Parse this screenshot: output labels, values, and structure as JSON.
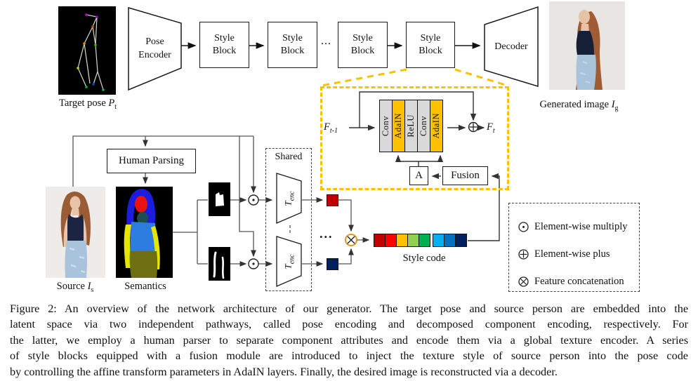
{
  "accent_color": "#FFC000",
  "top_row": {
    "target_pose": {
      "prefix": "Target pose ",
      "sym": "P",
      "sub": "t"
    },
    "pose_encoder": {
      "line1": "Pose",
      "line2": "Encoder"
    },
    "style_blocks": [
      {
        "line1": "Style",
        "line2": "Block"
      },
      {
        "line1": "Style",
        "line2": "Block"
      },
      {
        "line1": "Style",
        "line2": "Block"
      },
      {
        "line1": "Style",
        "line2": "Block"
      }
    ],
    "ellipsis": "...",
    "decoder": "Decoder",
    "generated_image": {
      "prefix": "Generated image ",
      "sym": "I",
      "sub": "g"
    }
  },
  "style_block_detail": {
    "input": {
      "sym": "F",
      "sub": "t-1"
    },
    "output": {
      "sym": "F",
      "sub": "t"
    },
    "layers": [
      "Conv",
      "AdaIN",
      "ReLU",
      "Conv",
      "AdaIN"
    ],
    "layer_colors": [
      "#D9D9D9",
      "#FFC000",
      "#D9D9D9",
      "#D9D9D9",
      "#FFC000"
    ],
    "a_label": "A",
    "fusion_label": "Fusion"
  },
  "bottom": {
    "human_parsing": "Human Parsing",
    "source": {
      "prefix": "Source ",
      "sym": "I",
      "sub": "s"
    },
    "semantics": "Semantics",
    "shared": "Shared",
    "tenc": {
      "sym": "T",
      "sub": "enc"
    },
    "ellipsis": "...",
    "input_square_colors": [
      "#C00000",
      "#002060"
    ],
    "style_code": {
      "label": "Style code",
      "colors": [
        "#C00000",
        "#FF0000",
        "#FFC000",
        "#92D050",
        "#00B050",
        "#00B0F0",
        "#0070C0",
        "#002060"
      ]
    }
  },
  "legend": {
    "items": [
      {
        "icon": "odot",
        "label": "Element-wise multiply"
      },
      {
        "icon": "oplus",
        "label": "Element-wise plus"
      },
      {
        "icon": "otimes",
        "label": "Feature concatenation"
      }
    ]
  },
  "caption": {
    "lines": [
      "Figure 2: An overview of the network architecture of our generator. The target pose and source person are embedded into the",
      "latent space via two independent pathways, called pose encoding and decomposed component encoding, respectively. For",
      "the latter, we employ a human parser to separate component attributes and encode them via a global texture encoder. A series",
      "of style blocks equipped with a fusion module are introduced to inject the texture style of source person into the pose code",
      "by controlling the affine transform parameters in AdaIN layers. Finally, the desired image is reconstructed via a decoder."
    ]
  }
}
